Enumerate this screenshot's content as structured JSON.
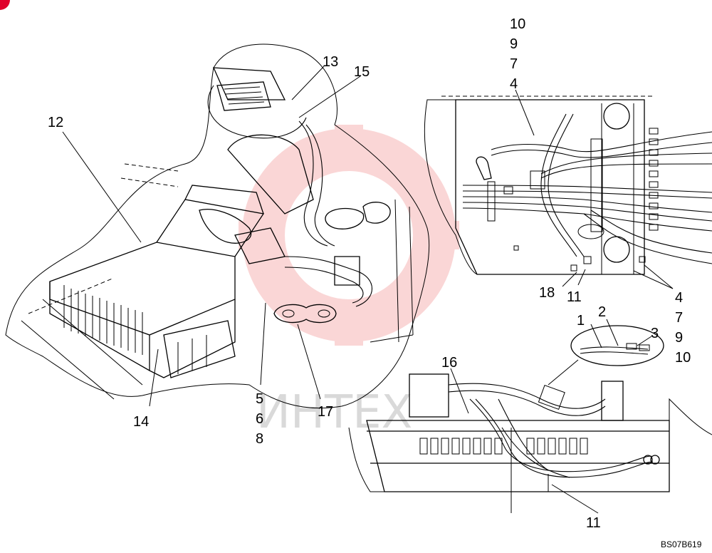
{
  "drawing": {
    "code": "BS07B619",
    "watermark_text": "ИНТЕХ",
    "watermark_color": "#f2b3b3",
    "corner_mark_color": "#e0002a",
    "callouts": {
      "c12": "12",
      "c13": "13",
      "c15": "15",
      "c14": "14",
      "c5": "5",
      "c6": "6",
      "c8": "8",
      "c17": "17",
      "c10a": "10",
      "c9a": "9",
      "c7a": "7",
      "c4a": "4",
      "c18": "18",
      "c11a": "11",
      "c4b": "4",
      "c7b": "7",
      "c9b": "9",
      "c10b": "10",
      "c1": "1",
      "c2": "2",
      "c3": "3",
      "c16": "16",
      "c11b": "11"
    }
  }
}
